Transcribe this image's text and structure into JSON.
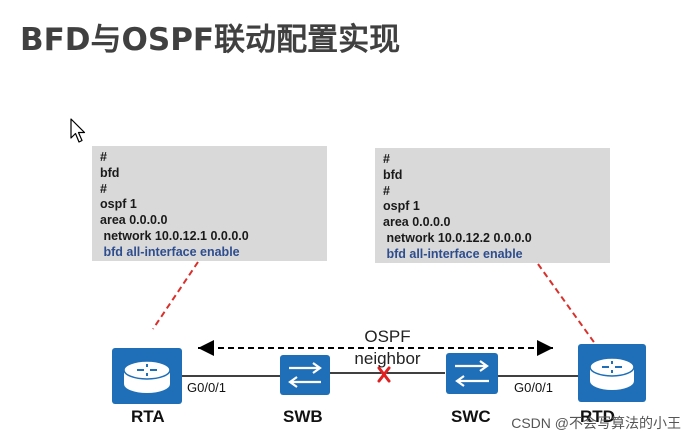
{
  "title": "BFD与OSPF联动配置实现",
  "config_left": {
    "lines": [
      "#",
      "bfd",
      "#",
      "ospf 1",
      "area 0.0.0.0",
      " network 10.0.12.1 0.0.0.0"
    ],
    "highlight": " bfd all-interface enable"
  },
  "config_right": {
    "lines": [
      "#",
      "bfd",
      "#",
      "ospf 1",
      "area 0.0.0.0",
      " network 10.0.12.2 0.0.0.0"
    ],
    "highlight": " bfd all-interface enable"
  },
  "neighbor_label_1": "OSPF",
  "neighbor_label_2": "neighbor",
  "devices": {
    "rta": {
      "label": "RTA",
      "type": "router-icon"
    },
    "swb": {
      "label": "SWB",
      "type": "switch-icon"
    },
    "swc": {
      "label": "SWC",
      "type": "switch-icon"
    },
    "rtd": {
      "label": "RTD",
      "type": "router-icon"
    }
  },
  "ports": {
    "rta": "G0/0/1",
    "rtd": "G0/0/1"
  },
  "watermark": "CSDN @不会写算法的小王",
  "colors": {
    "device_blue": "#1f6fb8",
    "callout_red": "#d9302c",
    "link_break": "#e02020",
    "config_bg": "#d9d9d9",
    "highlight_text": "#2e4d8e"
  }
}
